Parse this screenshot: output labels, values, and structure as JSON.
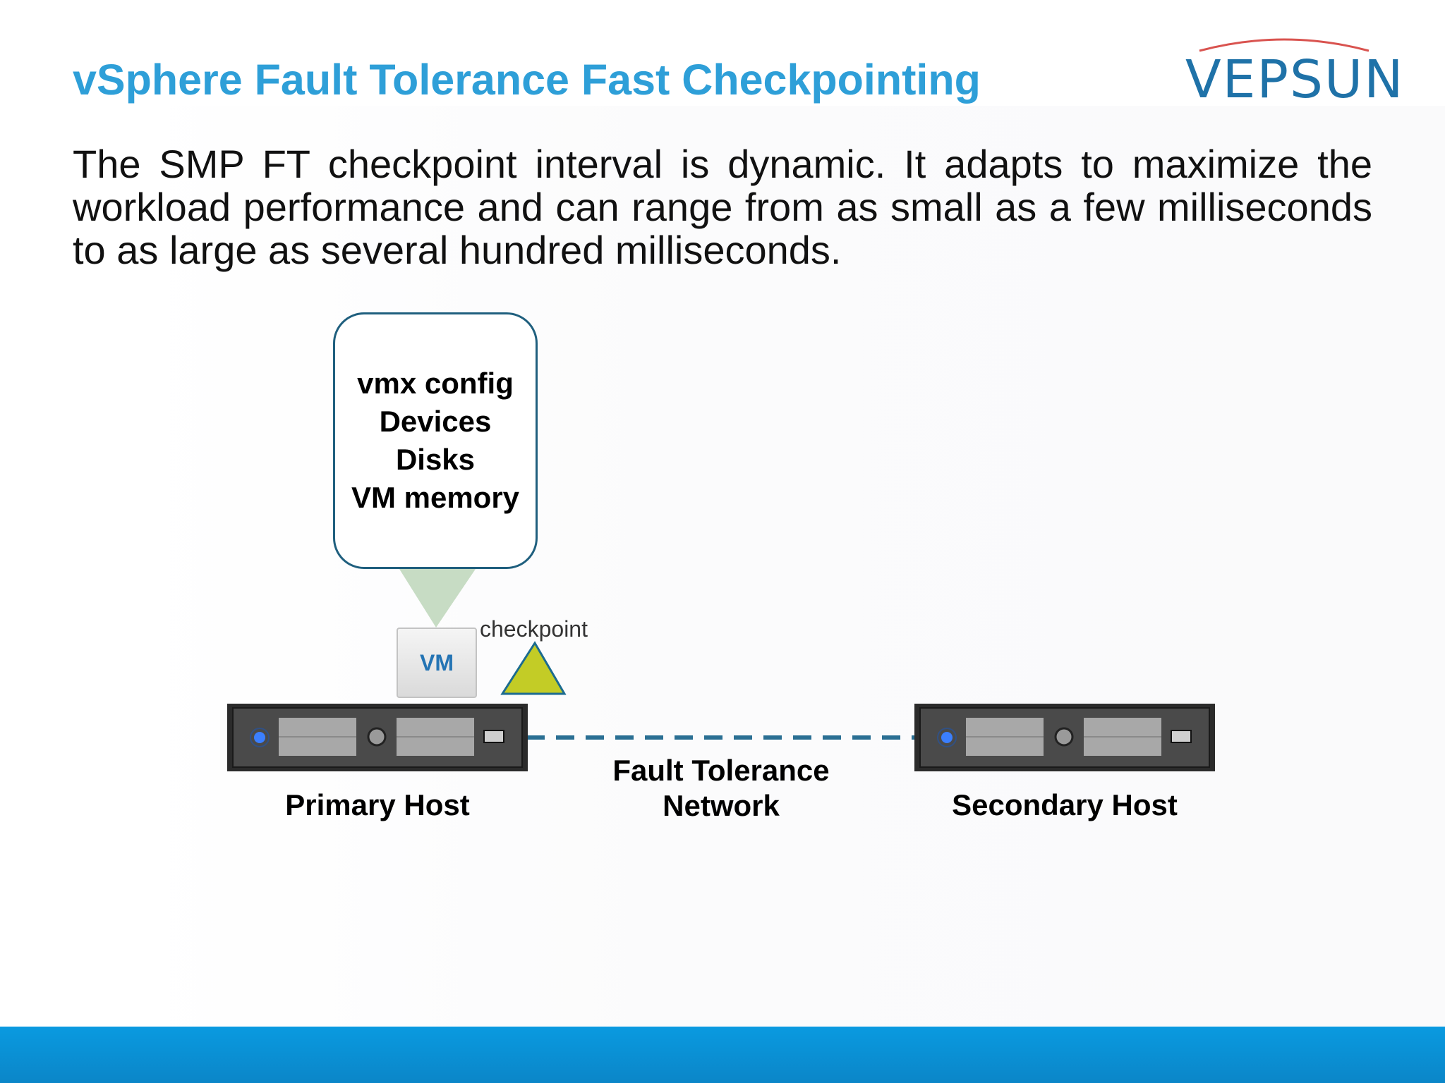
{
  "title": "vSphere Fault Tolerance Fast Checkpointing",
  "logo": {
    "text": "VEPSUN",
    "arc_color": "#d9534f",
    "text_color": "#1f72a8"
  },
  "body": "The SMP FT checkpoint interval is dynamic. It adapts to maximize the workload performance and can range from as small as a few milliseconds to as large as several hundred milliseconds.",
  "diagram": {
    "callout_lines": [
      "vmx config",
      "Devices",
      "Disks",
      "VM memory"
    ],
    "vm_label": "VM",
    "checkpoint_label": "checkpoint",
    "primary_host": "Primary Host",
    "secondary_host": "Secondary Host",
    "network_label_lines": [
      "Fault Tolerance",
      "Network"
    ],
    "colors": {
      "accent": "#2e9fd8",
      "network_line": "#2a6f93",
      "checkpoint_triangle": "#c3cc26",
      "callout_pointer": "#c7dcc4"
    }
  }
}
